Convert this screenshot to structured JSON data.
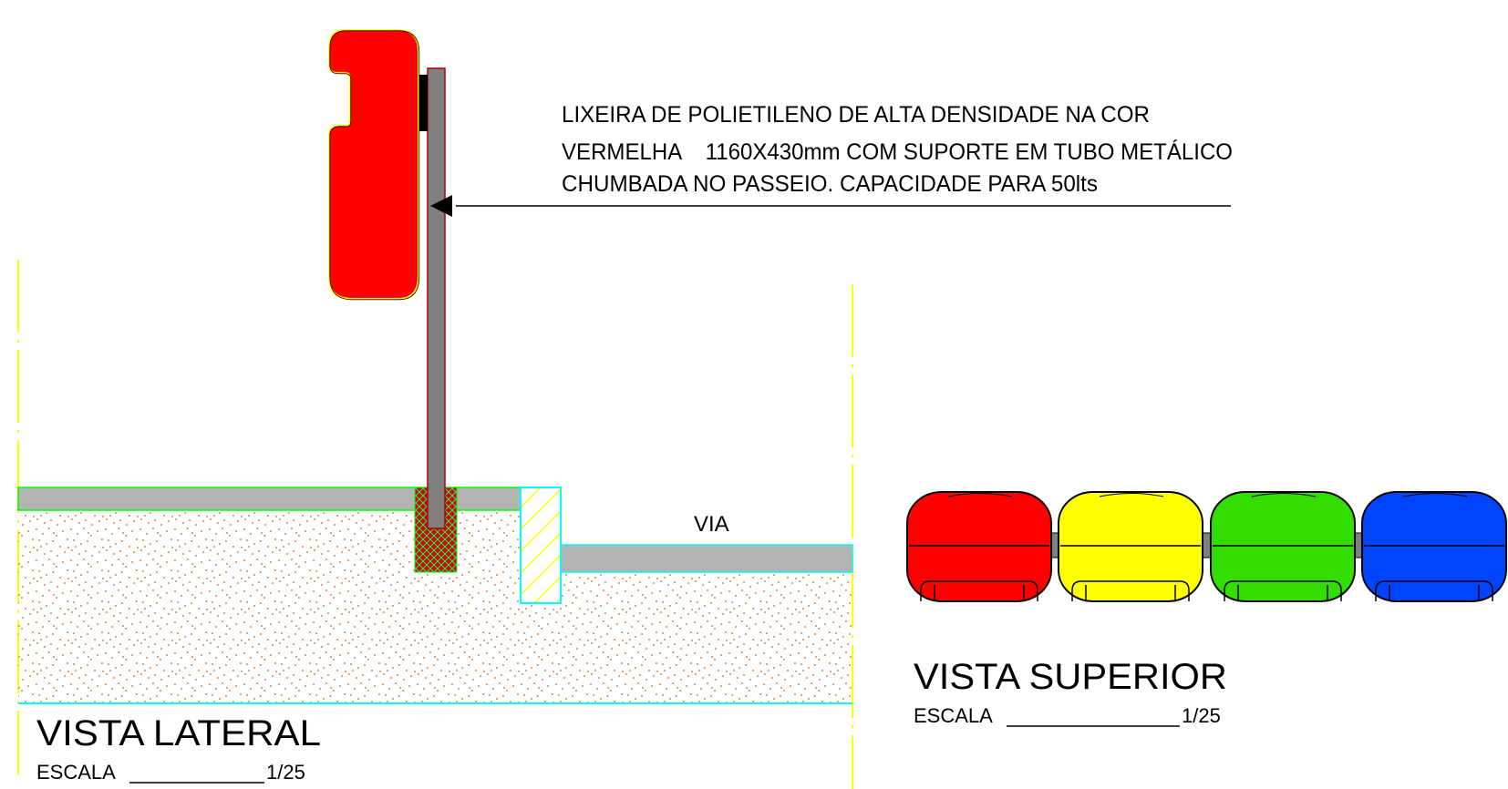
{
  "note": {
    "line1": "LIXEIRA DE POLIETILENO DE ALTA DENSIDADE NA COR",
    "line2": "VERMELHA    1160X430mm COM SUPORTE EM TUBO METÁLICO",
    "line3": "CHUMBADA NO PASSEIO. CAPACIDADE PARA 50lts"
  },
  "road_label": "VIA",
  "side_view": {
    "title": "VISTA LATERAL",
    "scale_label": "ESCALA",
    "scale_value": "1/25"
  },
  "top_view": {
    "title": "VISTA SUPERIOR",
    "scale_label": "ESCALA",
    "scale_value": "1/25"
  },
  "colors": {
    "bin_red": "#ff0000",
    "bin_yellow": "#ffff00",
    "bin_green": "#33dd00",
    "bin_blue": "#0044ff",
    "pole_gray": "#808080",
    "slab_gray": "#b3b3b3",
    "soil_dots": "#d9864a",
    "outline_yellow": "#ffff00",
    "outline_cyan": "#00ffff",
    "outline_green": "#00ff00"
  },
  "top_view_bins": [
    "red",
    "yellow",
    "green",
    "blue"
  ]
}
